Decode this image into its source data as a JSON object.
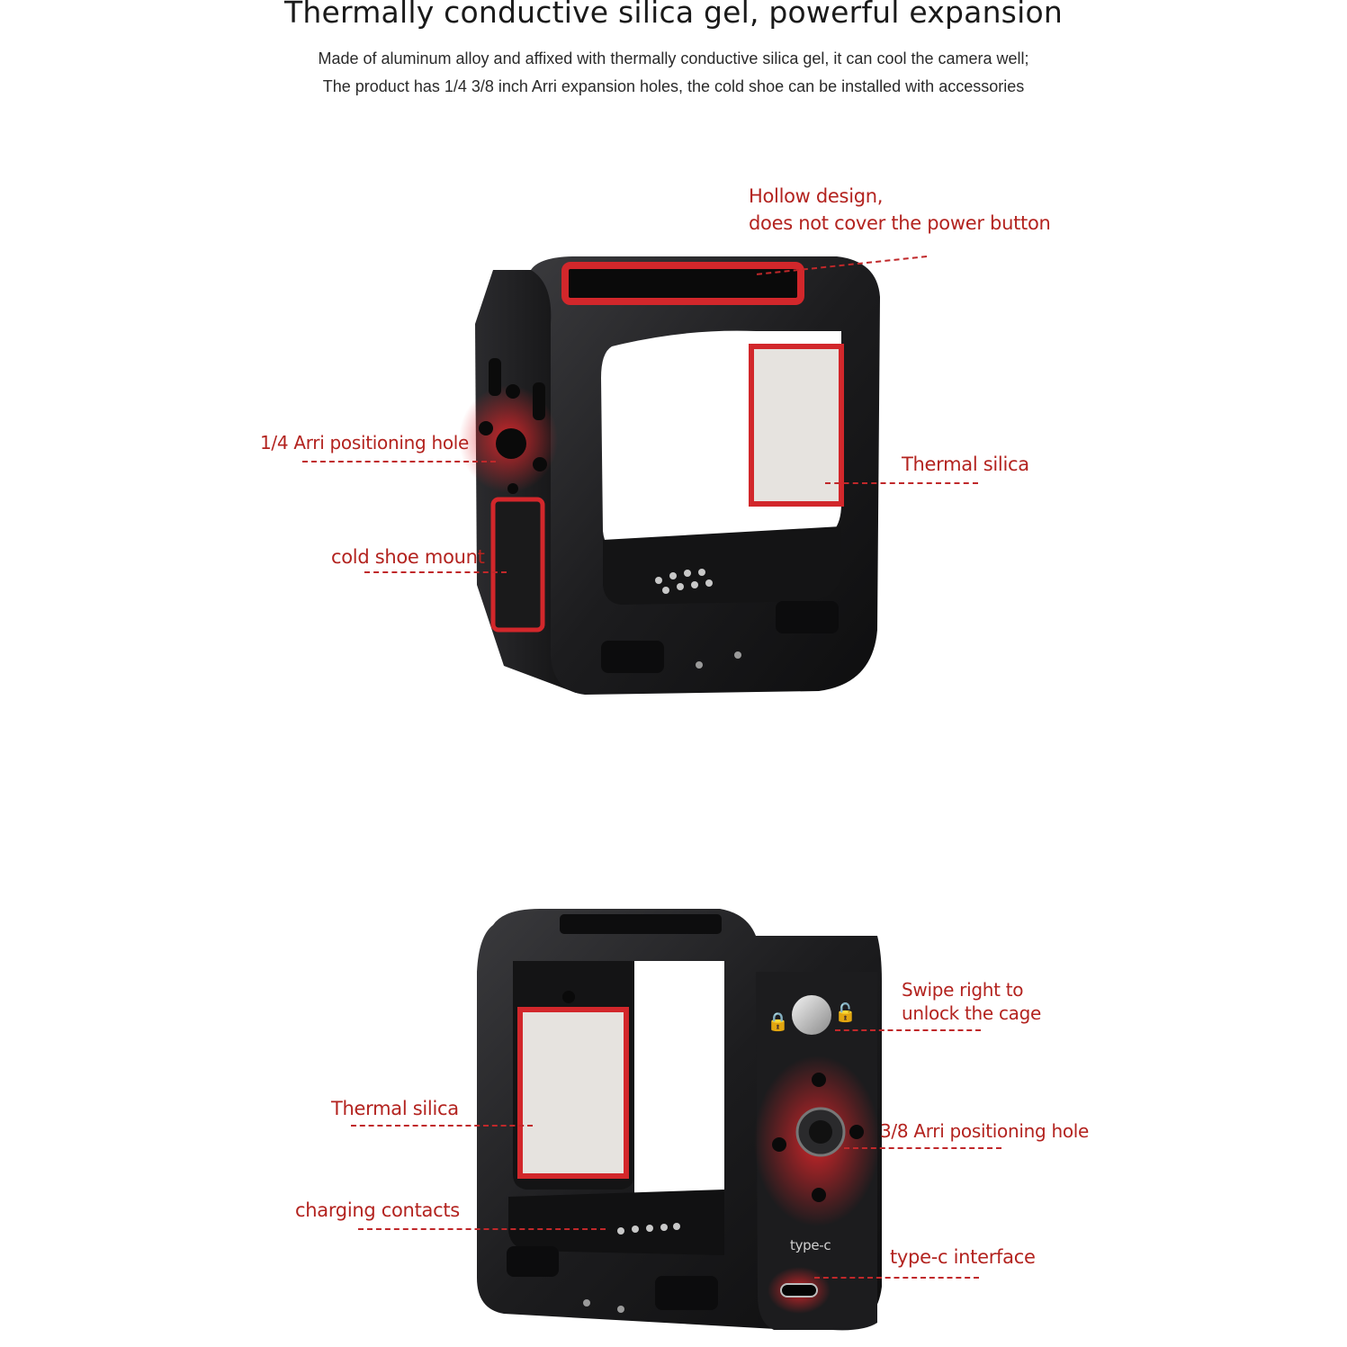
{
  "header": {
    "title": "Thermally conductive silica gel, powerful expansion",
    "subtitle_line1": "Made of aluminum alloy and affixed with thermally conductive silica gel, it can cool the camera well;",
    "subtitle_line2": "The product has 1/4 3/8 inch Arri expansion holes, the cold shoe can be installed with accessories"
  },
  "top_view": {
    "callouts": {
      "hollow_line1": "Hollow design,",
      "hollow_line2": "does not cover the power button",
      "quarter_hole": "1/4 Arri positioning hole",
      "thermal_silica": "Thermal silica",
      "cold_shoe": "cold shoe mount"
    }
  },
  "bottom_view": {
    "callouts": {
      "swipe_line1": "Swipe right to",
      "swipe_line2": "unlock the cage",
      "thermal_silica": "Thermal silica",
      "three_eighths_hole": "3/8 Arri positioning hole",
      "charging": "charging contacts",
      "typec_interface": "type-c interface"
    },
    "engraving": "type-c"
  },
  "colors": {
    "accent": "#b3231f",
    "cage_metal": "#1b1b1d",
    "silica": "#e6e3df",
    "highlight": "#d2272b"
  }
}
